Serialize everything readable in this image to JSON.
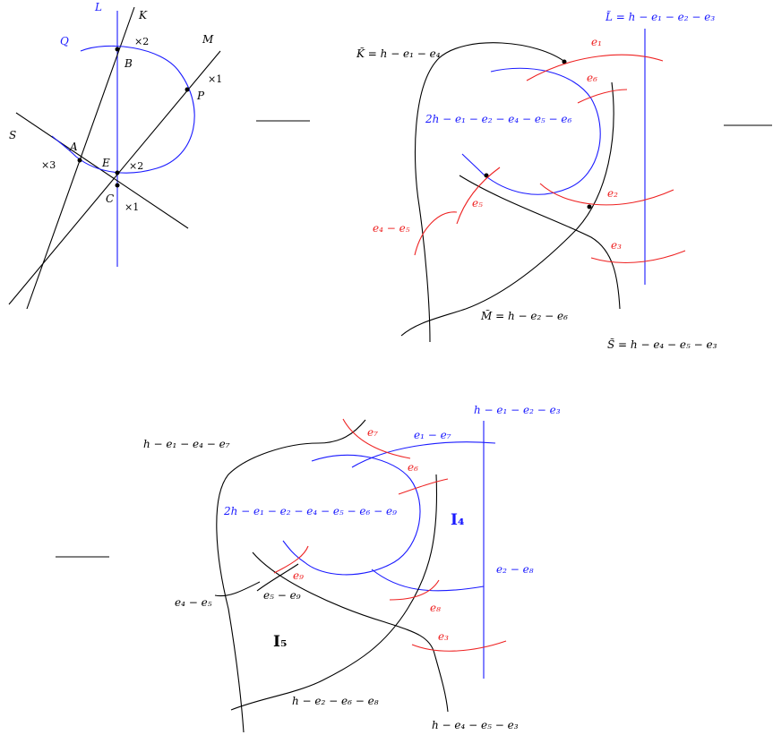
{
  "colors": {
    "black": "#000000",
    "blue": "#1a1aff",
    "red": "#ee2222"
  },
  "panel1": {
    "L": "L",
    "K": "K",
    "Q": "Q",
    "M": "M",
    "S": "S",
    "B": "B",
    "P": "P",
    "A": "A",
    "E": "E",
    "C": "C",
    "mB": "×2",
    "mP": "×1",
    "mA": "×3",
    "mE": "×2",
    "mC": "×1"
  },
  "panel2": {
    "K": "K̃ = h − e₁ − e₄",
    "L": "L̃ = h − e₁ − e₂ − e₃",
    "Q": "2h − e₁ − e₂ − e₄ − e₅ − e₆",
    "M": "M̃ = h − e₂ − e₆",
    "S": "S̃ = h − e₄ − e₅ − e₃",
    "e1": "e₁",
    "e6": "e₆",
    "e2": "e₂",
    "e3": "e₃",
    "e5": "e₅",
    "e45": "e₄ − e₅"
  },
  "panel3": {
    "K": "h − e₁ − e₄ − e₇",
    "L": "h − e₁ − e₂ − e₃",
    "Q": "2h − e₁ − e₂ − e₄ − e₅ − e₆ − e₉",
    "e17": "e₁ − e₇",
    "e7": "e₇",
    "e6": "e₆",
    "e9": "e₉",
    "e8": "e₈",
    "e3": "e₃",
    "I4": "I₄",
    "I5": "I₅",
    "e28": "e₂ − e₈",
    "e45": "e₄ − e₅",
    "e59": "e₅ − e₉",
    "M": "h − e₂ − e₆ − e₈",
    "S": "h − e₄ − e₅ − e₃"
  }
}
